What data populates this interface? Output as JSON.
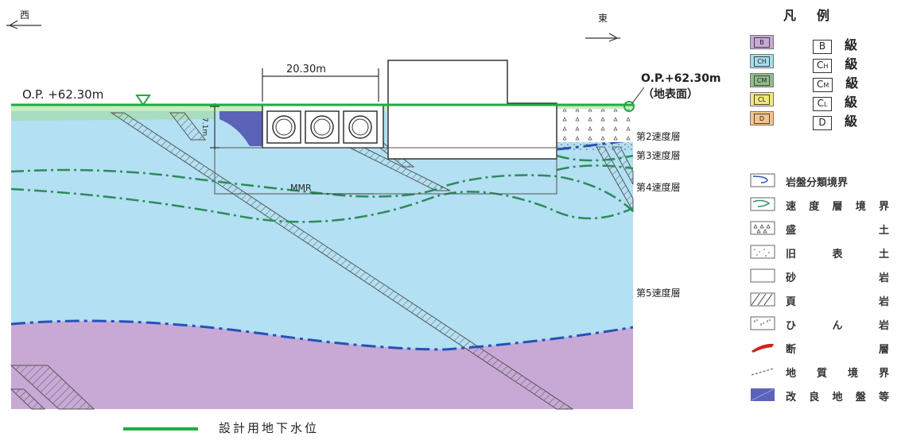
{
  "directions": {
    "west": "西",
    "east": "東"
  },
  "section": {
    "width_label": "20.30m",
    "op_left": "O.P. +62.30m",
    "op_right": "O.P.+62.30m",
    "ground_surface": "（地表面）",
    "depth_label": "7.1m",
    "mmr_label": "MMR",
    "layers": {
      "layer2": "第2速度層",
      "layer3": "第3速度層",
      "layer4": "第4速度層",
      "layer5": "第5速度層"
    }
  },
  "water_legend": "設計用地下水位",
  "legend": {
    "title": "凡例",
    "classes": [
      {
        "code": "B",
        "sub": "",
        "suffix": "級",
        "color": "#c9a9d6"
      },
      {
        "code": "C",
        "sub": "H",
        "suffix": "級",
        "color": "#a6dcee"
      },
      {
        "code": "C",
        "sub": "M",
        "suffix": "級",
        "color": "#8fbf8a"
      },
      {
        "code": "C",
        "sub": "L",
        "suffix": "級",
        "color": "#f2e77a"
      },
      {
        "code": "D",
        "sub": "",
        "suffix": "級",
        "color": "#f3c58c"
      }
    ],
    "lines": [
      {
        "chars": [
          "岩盤分類境界"
        ],
        "icon": "rock-class-boundary-icon"
      },
      {
        "chars": [
          "速",
          "度",
          "層",
          "境",
          "界"
        ],
        "icon": "velocity-layer-boundary-icon"
      },
      {
        "chars": [
          "盛",
          "土"
        ],
        "icon": "fill-soil-icon"
      },
      {
        "chars": [
          "旧",
          "表",
          "土"
        ],
        "icon": "old-topsoil-icon"
      },
      {
        "chars": [
          "砂",
          "岩"
        ],
        "icon": "sandstone-icon"
      },
      {
        "chars": [
          "頁",
          "岩"
        ],
        "icon": "shale-icon"
      },
      {
        "chars": [
          "ひ",
          "ん",
          "岩"
        ],
        "icon": "hinganite-icon"
      },
      {
        "chars": [
          "断",
          "層"
        ],
        "icon": "fault-icon"
      },
      {
        "chars": [
          "地",
          "質",
          "境",
          "界"
        ],
        "icon": "geologic-boundary-icon"
      },
      {
        "chars": [
          "改",
          "良",
          "地",
          "盤",
          "等"
        ],
        "icon": "improved-ground-icon"
      }
    ]
  },
  "colors": {
    "b_class": "#c9a9d6",
    "ch_class": "#a6dcee",
    "water": "#22aa44",
    "rock_boundary": "#2255bb",
    "velocity_boundary": "#2a8a5a",
    "fault": "#d22020",
    "improved": "#5a63b8"
  }
}
